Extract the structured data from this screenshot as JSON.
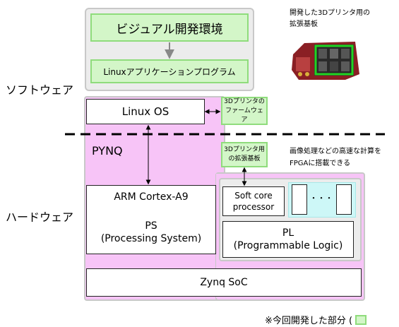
{
  "software_label": "ソフトウェア",
  "hardware_label": "ハードウェア",
  "visual_env": "ビジュアル開発環境",
  "linux_app": "Linuxアプリケーションプログラム",
  "photo_caption": "開発した3Dプリンタ用の\n拡張基板",
  "pynq_label": "PYNQ",
  "linux_os": "Linux OS",
  "firmware": "3Dプリンタの\nファームウェア",
  "expansion_board": "3Dプリンタ用\nの拡張基板",
  "fpga_note": "画像処理などの高速な計算を\nFPGAに搭載できる",
  "arm": "ARM Cortex-A9",
  "ps": "PS\n(Processing System)",
  "soft_core": "Soft core\nprocessor",
  "dots": "・・・",
  "pl": "PL\n(Programmable Logic)",
  "zynq": "Zynq SoC",
  "legend": "※今回開発した部分 (",
  "colors": {
    "green_fill": "#d3f6c8",
    "green_border": "#8fdc7c",
    "pink": "#f7c4f7",
    "cyan": "#cdf7f7",
    "gray_panel": "#ececec"
  }
}
